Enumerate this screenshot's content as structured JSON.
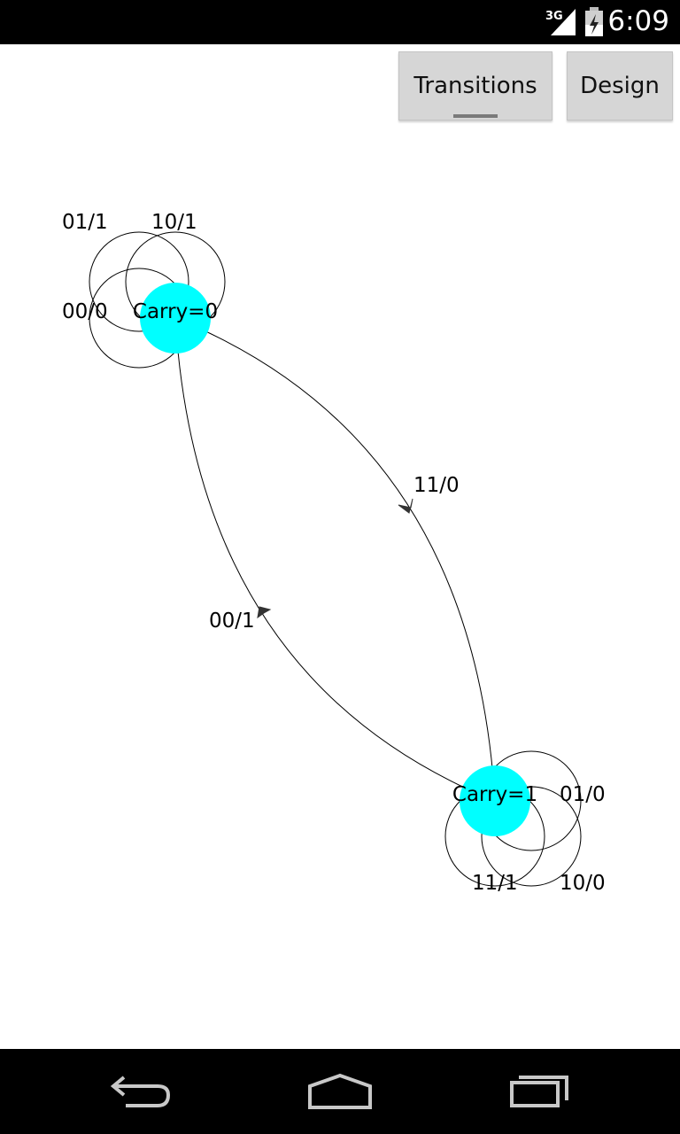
{
  "status_bar": {
    "time": "6:09",
    "network": "3G",
    "icons": [
      "signal-icon",
      "battery-icon"
    ]
  },
  "toolbar": {
    "transitions_label": "Transitions",
    "design_label": "Design"
  },
  "diagram": {
    "states": [
      {
        "label": "Carry=0"
      },
      {
        "label": "Carry=1"
      }
    ],
    "self_loops": {
      "carry0": [
        "01/1",
        "10/1",
        "00/0"
      ],
      "carry1": [
        "01/0",
        "11/1",
        "10/0"
      ]
    },
    "transitions": [
      {
        "from": "Carry=0",
        "to": "Carry=1",
        "label": "11/0"
      },
      {
        "from": "Carry=1",
        "to": "Carry=0",
        "label": "00/1"
      }
    ],
    "colors": {
      "state_fill": "#00ffff",
      "edge": "#000000"
    }
  },
  "nav_bar": {
    "icons": [
      "back-icon",
      "home-icon",
      "recents-icon"
    ]
  }
}
